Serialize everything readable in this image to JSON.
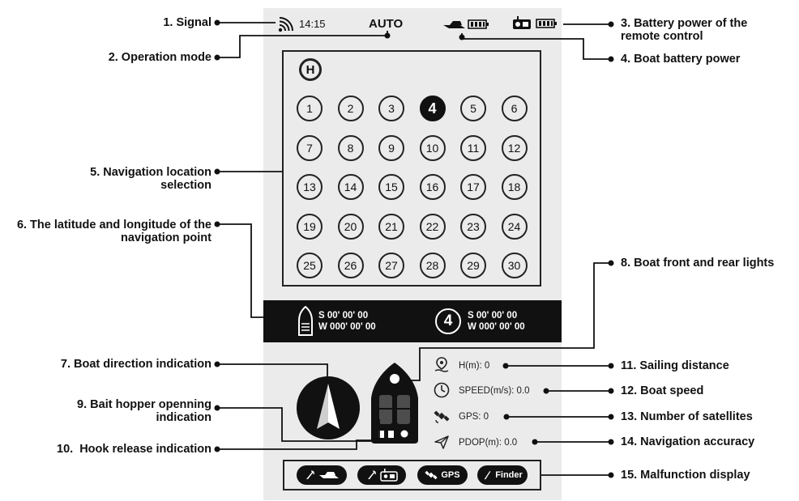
{
  "status_bar": {
    "time": "14:15",
    "mode": "AUTO"
  },
  "home_marker": "H",
  "nav_points": [
    "1",
    "2",
    "3",
    "4",
    "5",
    "6",
    "7",
    "8",
    "9",
    "10",
    "11",
    "12",
    "13",
    "14",
    "15",
    "16",
    "17",
    "18",
    "19",
    "20",
    "21",
    "22",
    "23",
    "24",
    "25",
    "26",
    "27",
    "28",
    "29",
    "30"
  ],
  "selected_point": "4",
  "coords": {
    "boat_lat": "S 00' 00' 00",
    "boat_lon": "W 000' 00' 00",
    "point_label": "4",
    "point_lat": "S 00' 00' 00",
    "point_lon": "W 000' 00' 00"
  },
  "stats": {
    "distance": "H(m): 0",
    "speed": "SPEED(m/s): 0.0",
    "gps": "GPS: 0",
    "pdop": "PDOP(m): 0.0"
  },
  "faults": {
    "gps": "GPS",
    "finder": "Finder"
  },
  "callouts": {
    "c1": "1. Signal",
    "c2": "2. Operation mode",
    "c3": "3. Battery power of the remote control",
    "c4": "4. Boat battery power",
    "c5": "5. Navigation location selection",
    "c6": "6. The latitude and longitude of the navigation point",
    "c7": "7. Boat direction indication",
    "c8": "8. Boat front and rear lights",
    "c9": "9. Bait hopper openning indication",
    "c10": "10.  Hook release indication",
    "c11": "11. Sailing distance",
    "c12": "12. Boat speed",
    "c13": "13. Number of satellites",
    "c14": "14. Navigation accuracy",
    "c15": "15. Malfunction display"
  },
  "colors": {
    "panel": "#ebebeb",
    "ink": "#111111",
    "accent": "#ffffff"
  }
}
